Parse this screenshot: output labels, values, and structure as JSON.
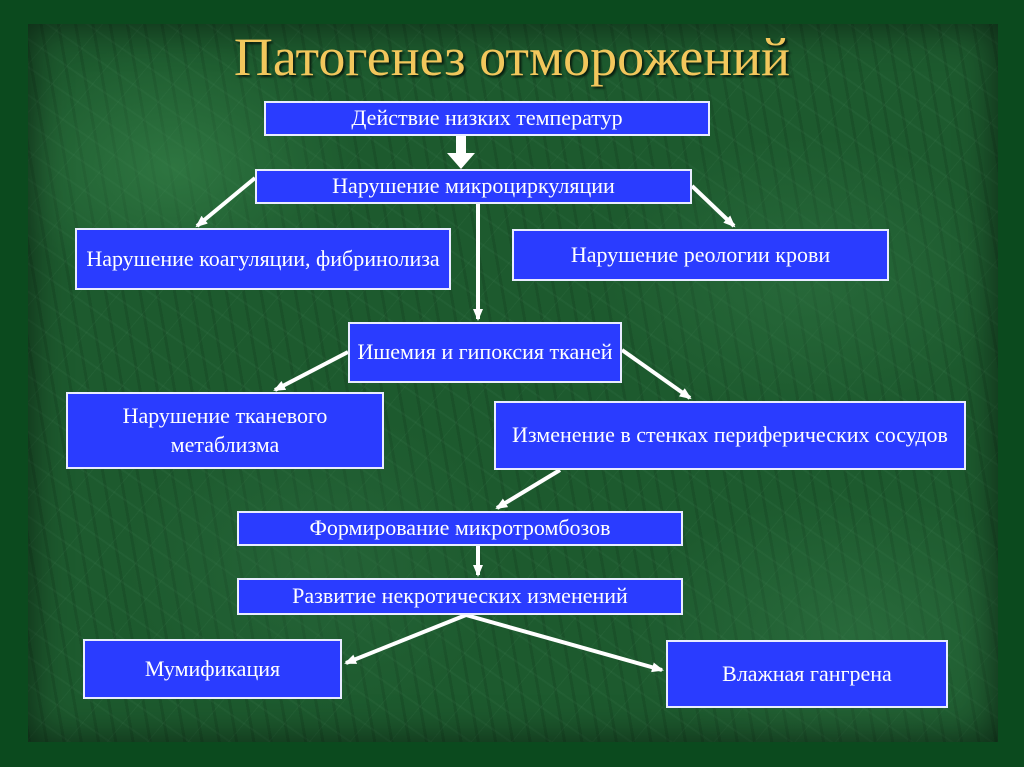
{
  "title": "Патогенез отморожений",
  "nodes": {
    "cold": "Действие низких температур",
    "microcirculation": "Нарушение микроциркуляции",
    "coagulation": "Нарушение коагуляции, фибринолиза",
    "rheology": "Нарушение реологии крови",
    "ischemia": "Ишемия и гипоксия тканей",
    "metabolism": "Нарушение тканевого метаблизма",
    "vessels": "Изменение в стенках периферических сосудов",
    "microthrombi": "Формирование микротромбозов",
    "necrosis": "Развитие некротических изменений",
    "mummification": "Мумификация",
    "gangrene": "Влажная гангрена"
  },
  "colors": {
    "node_fill": "#2a3cff",
    "node_border": "#e9ecff",
    "title": "#f2c75c",
    "arrow": "#ffffff"
  }
}
